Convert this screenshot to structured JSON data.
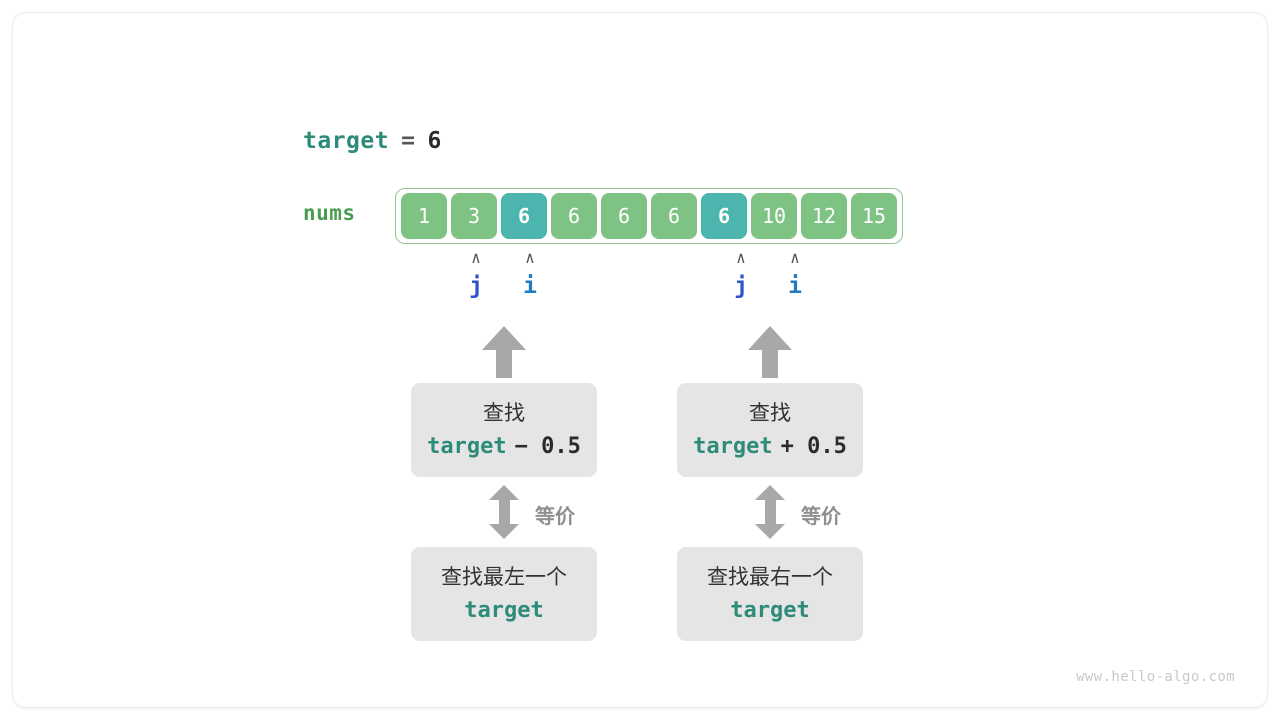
{
  "figure": {
    "footer_url": "www.hello-algo.com"
  },
  "target_line": {
    "name": "target",
    "equals": "=",
    "value": "6"
  },
  "array": {
    "label": "nums",
    "values": [
      "1",
      "3",
      "6",
      "6",
      "6",
      "6",
      "6",
      "10",
      "12",
      "15"
    ],
    "highlighted_indices": [
      2,
      6
    ],
    "cell_color": "#7ec384",
    "highlight_color": "#4cb5ae",
    "border_color": "#8fc98f"
  },
  "pointers": [
    {
      "caret": "∧",
      "name": "j",
      "color": "#2f56c8",
      "cell_index": 2
    },
    {
      "caret": "∧",
      "name": "i",
      "color": "#1f7bc4",
      "cell_index": 3
    },
    {
      "caret": "∧",
      "name": "j",
      "color": "#2f56c8",
      "cell_index": 6
    },
    {
      "caret": "∧",
      "name": "i",
      "color": "#1f7bc4",
      "cell_index": 7
    }
  ],
  "columns": [
    {
      "upper_box": {
        "line1": "查找",
        "keyword": "target",
        "operator": "− 0.5"
      },
      "equivalence_label": "等价",
      "lower_box": {
        "line1": "查找最左一个",
        "keyword": "target"
      }
    },
    {
      "upper_box": {
        "line1": "查找",
        "keyword": "target",
        "operator": "+ 0.5"
      },
      "equivalence_label": "等价",
      "lower_box": {
        "line1": "查找最右一个",
        "keyword": "target"
      }
    }
  ]
}
